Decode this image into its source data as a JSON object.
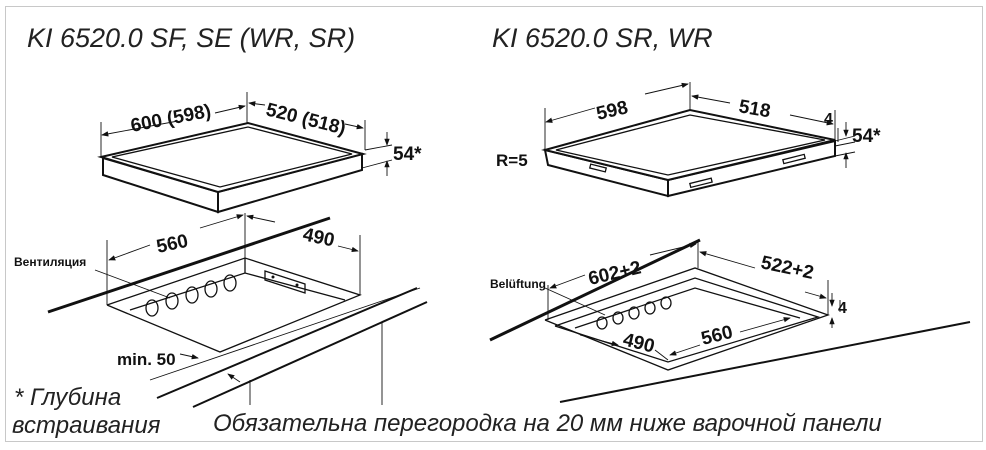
{
  "left_panel": {
    "title": "KI 6520.0 SF, SE (WR, SR)",
    "width_label": "600 (598)",
    "depth_label": "520 (518)",
    "height_label": "54*",
    "cutout_width_label": "560",
    "cutout_depth_label": "490",
    "ventilation_label": "Вентиляция",
    "min_distance_label": "min. 50"
  },
  "right_panel": {
    "title": "KI 6520.0 SR, WR",
    "width_label": "598",
    "depth_label": "518",
    "radius_label": "R=5",
    "rim_label": "4",
    "height_label": "54*",
    "ventilation_label": "Belüftung",
    "cutout_width_label": "602+2",
    "cutout_depth_label": "522+2",
    "recess_depth_label": "4",
    "inner_depth_label": "490",
    "inner_width_label": "560"
  },
  "footnote": {
    "line1": "* Глубина",
    "line2": "встраивания",
    "partition_note": "Обязательна перегородка на 20 мм ниже варочной панели"
  }
}
